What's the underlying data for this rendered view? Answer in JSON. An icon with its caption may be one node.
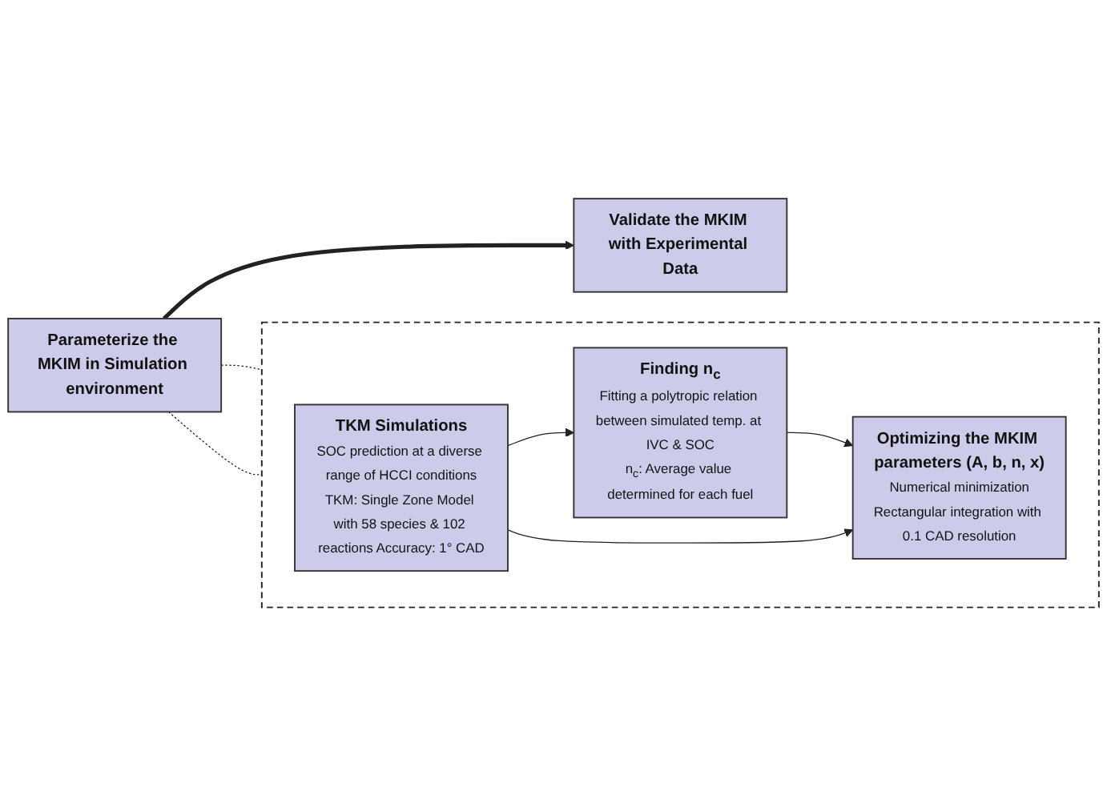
{
  "diagram": {
    "nodes": [
      {
        "text": [
          "Parameterize the MKIM in Simulation environment"
        ]
      },
      {
        "text": [
          "Validate the MKIM with Experimental Data"
        ]
      },
      {
        "text": [],
        "shape": "box"
      },
      {
        "text": [
          "TKM Simulations",
          "SOC prediction at a diverse range of HCCI conditions",
          "TKM: Single Zone Model with 58 species & 102 reactions Accuracy: 1° CAD"
        ],
        "in": 2
      },
      {
        "text": [
          "Finding n$_{c}$",
          "Fitting a polytropic relation between simulated temp. at IVC & SOC",
          "n$_{c}$: Average value determined for each fuel"
        ],
        "in": 2
      },
      {
        "text": [
          "Optimizing the MKIM parameters (A, b, n, x)",
          "Numerical minimization",
          "Rectangular integration with 0.1 CAD resolution"
        ],
        "in": 2
      }
    ],
    "edges": [
      {
        "from": 0,
        "to": 1,
        "arrow": "to",
        "style": "thick"
      },
      {
        "from": 0,
        "to": 2,
        "arrow": "none",
        "style": "dashed"
      },
      {
        "from": 0,
        "to": 2,
        "arrow": "none",
        "style": "dashed"
      },
      {
        "from": 3,
        "to": 4,
        "arrow": "to"
      },
      {
        "from": 4,
        "to": 5,
        "arrow": "to"
      },
      {
        "from": 3,
        "to": 5,
        "arrow": "to"
      }
    ]
  }
}
